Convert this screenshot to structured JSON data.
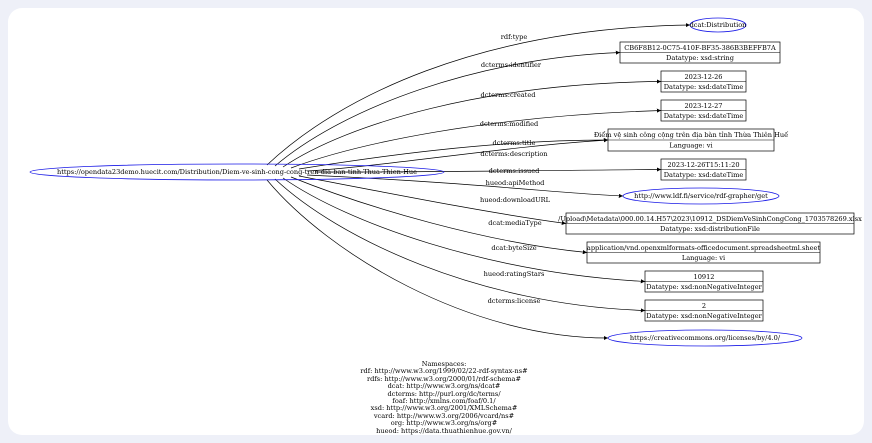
{
  "subject": "https://opendata23demo.huecit.com/Distribution/Diem-ve-sinh-cong-cong-tren-dia-ban-tinh-Thua-Thien-Hue",
  "edges": [
    {
      "label": "rdf:type",
      "target": "type"
    },
    {
      "label": "dcterms:identifier",
      "target": "identifier"
    },
    {
      "label": "dcterms:created",
      "target": "created"
    },
    {
      "label": "dcterms:modified",
      "target": "modified"
    },
    {
      "label": "dcterms:title",
      "target": "titledesc"
    },
    {
      "label": "dcterms:description",
      "target": "titledesc"
    },
    {
      "label": "dcterms:issued",
      "target": "issued"
    },
    {
      "label": "hueod:apiMethod",
      "target": "api"
    },
    {
      "label": "hueod:downloadURL",
      "target": "download"
    },
    {
      "label": "dcat:mediaType",
      "target": "mediatype"
    },
    {
      "label": "dcat:byteSize",
      "target": "bytesize"
    },
    {
      "label": "hueod:ratingStars",
      "target": "rating"
    },
    {
      "label": "dcterms:license",
      "target": "license"
    }
  ],
  "nodes": {
    "type": {
      "kind": "uri",
      "text": "dcat:Distribution"
    },
    "identifier": {
      "kind": "literal",
      "value": "CB6F8B12-0C75-410F-BF35-386B3BEFFB7A",
      "datatype": "Datatype: xsd:string"
    },
    "created": {
      "kind": "literal",
      "value": "2023-12-26",
      "datatype": "Datatype: xsd:dateTime"
    },
    "modified": {
      "kind": "literal",
      "value": "2023-12-27",
      "datatype": "Datatype: xsd:dateTime"
    },
    "titledesc": {
      "kind": "literal",
      "value": "Điểm vệ sinh công cộng trên địa bàn tỉnh Thừa Thiên Huế",
      "datatype": "Language: vi"
    },
    "issued": {
      "kind": "literal",
      "value": "2023-12-26T15:11:20",
      "datatype": "Datatype: xsd:dateTime"
    },
    "api": {
      "kind": "uri",
      "text": "http://www.ldf.fi/service/rdf-grapher/get"
    },
    "download": {
      "kind": "literal",
      "value": "/Upload\\Metadata\\000.00.14.H57\\2023\\10912_DSDiemVeSinhCongCong_1703578269.xlsx",
      "datatype": "Datatype: xsd:distributionFile"
    },
    "mediatype": {
      "kind": "literal",
      "value": "application/vnd.openxmlformats-officedocument.spreadsheetml.sheet",
      "datatype": "Language: vi"
    },
    "bytesize": {
      "kind": "literal",
      "value": "10912",
      "datatype": "Datatype: xsd:nonNegativeInteger"
    },
    "rating": {
      "kind": "literal",
      "value": "2",
      "datatype": "Datatype: xsd:nonNegativeInteger"
    },
    "license": {
      "kind": "uri",
      "text": "https://creativecommons.org/licenses/by/4.0/"
    }
  },
  "namespaces": {
    "heading": "Namespaces:",
    "lines": [
      "rdf: http://www.w3.org/1999/02/22-rdf-syntax-ns#",
      "rdfs: http://www.w3.org/2000/01/rdf-schema#",
      "dcat: http://www.w3.org/ns/dcat#",
      "dcterms: http://purl.org/dc/terms/",
      "foaf: http://xmlns.com/foaf/0.1/",
      "xsd: http://www.w3.org/2001/XMLSchema#",
      "vcard: http://www.w3.org/2006/vcard/ns#",
      "org: http://www.w3.org/ns/org#",
      "hueod: https://data.thuathienhue.gov.vn/"
    ]
  },
  "colors": {
    "uri_stroke": "#1a1ae6",
    "line": "#000000"
  }
}
